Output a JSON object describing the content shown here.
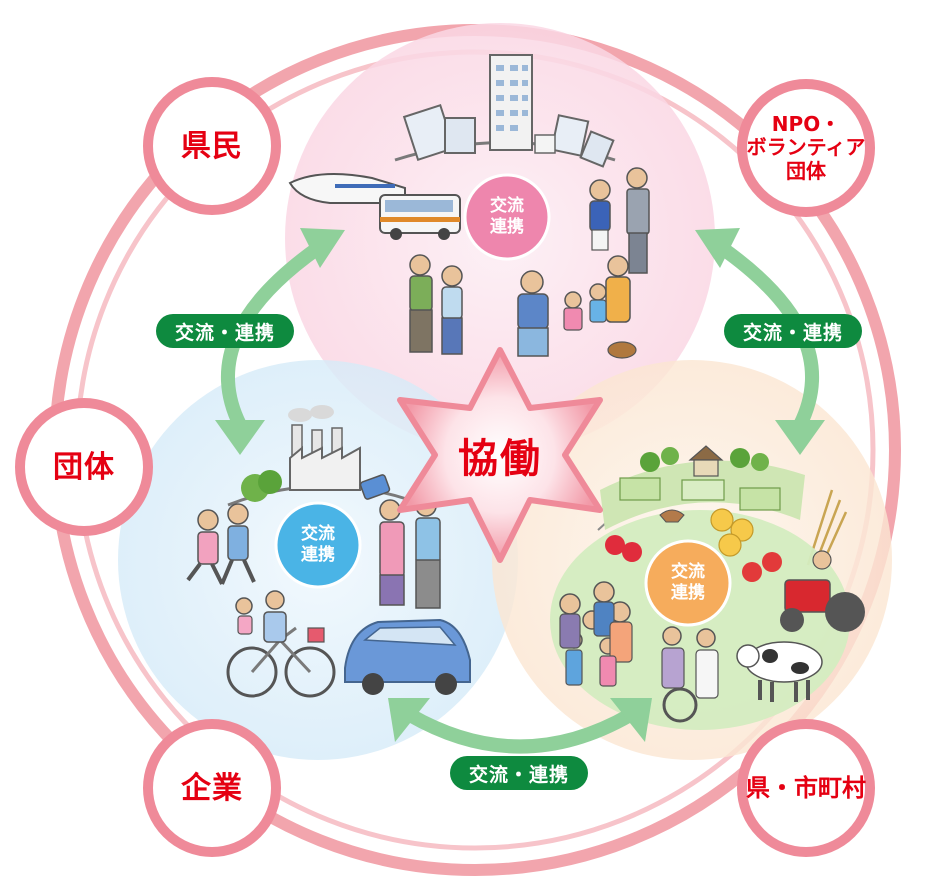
{
  "actors": {
    "kenmin": "県民",
    "npo": "NPO・\nボランティア\n団体",
    "dantai": "団体",
    "kigyo": "企業",
    "municipal": "県・市町村"
  },
  "center": {
    "label": "協働"
  },
  "connections": {
    "left": "交流・連携",
    "right": "交流・連携",
    "bottom": "交流・連携"
  },
  "groups": {
    "top": "交流\n連携",
    "left": "交流\n連携",
    "right": "交流\n連携"
  },
  "colors": {
    "accent_red": "#e50012",
    "ring_pink": "#f2a5ad",
    "pill_green": "#0e8a3f",
    "arrow_green": "#8fd09a",
    "pink_bg": "#fbe3ec",
    "blue_bg": "#e3f1fb",
    "peach_bg": "#fdf0e4",
    "pink_circle": "#ee86ad",
    "blue_circle": "#4ab4e6",
    "orange_circle": "#f6ac5c"
  }
}
